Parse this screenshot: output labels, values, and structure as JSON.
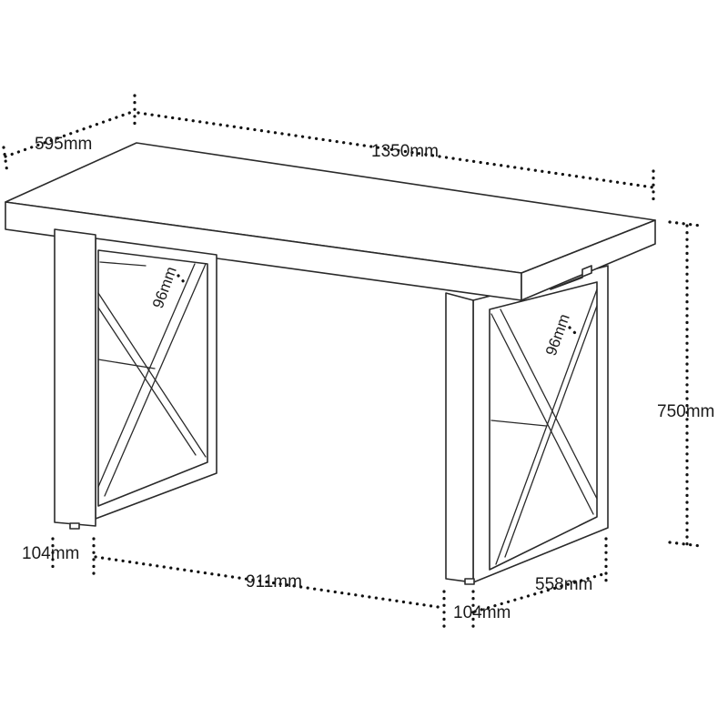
{
  "dimensions": {
    "depth": "595mm",
    "length": "1350mm",
    "height": "750mm",
    "leg_width_left": "104mm",
    "leg_width_right": "104mm",
    "leg_spacing": "911mm",
    "leg_depth": "558mm",
    "frame_width_left": "96mm",
    "frame_width_right": "96mm"
  }
}
